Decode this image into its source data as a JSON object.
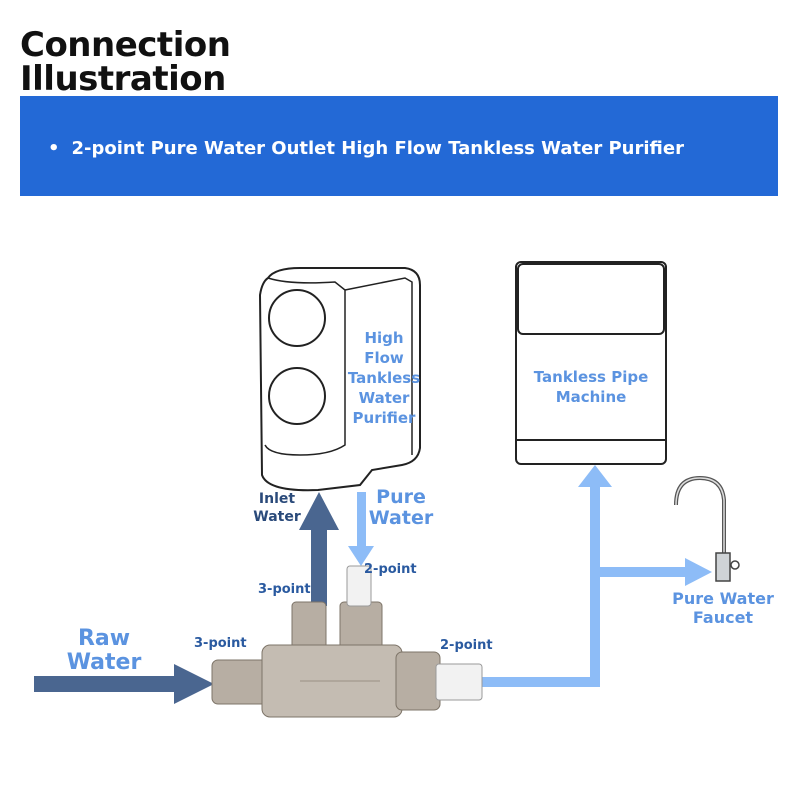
{
  "header": {
    "title_line1": "Connection",
    "title_line2": "Illustration"
  },
  "banner": {
    "bullet": "•",
    "text": "2-point Pure Water Outlet High Flow Tankless Water Purifier"
  },
  "labels": {
    "purifier_1": "High",
    "purifier_2": "Flow",
    "purifier_3": "Tankless",
    "purifier_4": "Water",
    "purifier_5": "Purifier",
    "machine_1": "Tankless Pipe",
    "machine_2": "Machine",
    "inlet_1": "Inlet",
    "inlet_2": "Water",
    "pure_1": "Pure",
    "pure_2": "Water",
    "raw_1": "Raw",
    "raw_2": "Water",
    "faucet_1": "Pure Water",
    "faucet_2": "Faucet",
    "point_3a": "3-point",
    "point_3b": "3-point",
    "point_2a": "2-point",
    "point_2b": "2-point"
  },
  "colors": {
    "banner": "#2369d6",
    "arrow_dark": "#4a6690",
    "arrow_light": "#8dbcf7",
    "fitting": "#b7aea3"
  }
}
